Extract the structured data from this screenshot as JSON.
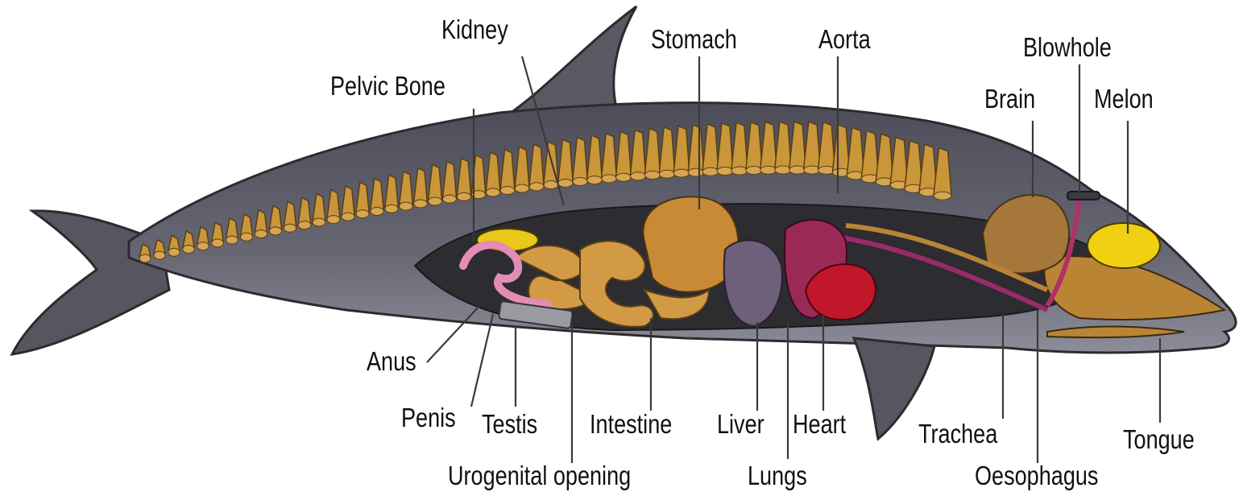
{
  "labels": {
    "kidney": "Kidney",
    "stomach": "Stomach",
    "aorta": "Aorta",
    "blowhole": "Blowhole",
    "pelvic_bone": "Pelvic Bone",
    "brain": "Brain",
    "melon": "Melon",
    "anus": "Anus",
    "penis": "Penis",
    "testis": "Testis",
    "intestine": "Intestine",
    "liver": "Liver",
    "heart": "Heart",
    "trachea": "Trachea",
    "tongue": "Tongue",
    "urogenital_opening": "Urogenital opening",
    "lungs": "Lungs",
    "oesophagus": "Oesophagus"
  },
  "colors": {
    "body": "#5c5d68",
    "body_light": "#8a8b96",
    "cavity": "#2a2a2e",
    "bone": "#c9963a",
    "organ_orange": "#c98a35",
    "yellow": "#e8c81a",
    "lung": "#9a2a55",
    "heart": "#c0182a",
    "liver": "#6e5f7a",
    "pink": "#e48cb4"
  }
}
